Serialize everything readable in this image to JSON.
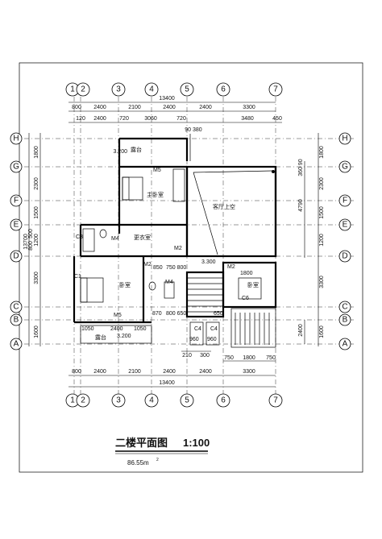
{
  "title": "二楼平面图",
  "scale": "1:100",
  "area": "86.55m",
  "area_sup": "2",
  "axes_top": [
    "1",
    "2",
    "3",
    "4",
    "5",
    "6",
    "7"
  ],
  "axes_left": [
    "H",
    "G",
    "F",
    "E",
    "D",
    "C",
    "B",
    "A"
  ],
  "dims": {
    "top_total": "13400",
    "top_row1": [
      "800",
      "2400",
      "2100",
      "2400",
      "2400",
      "3300"
    ],
    "top_row2": [
      "120",
      "2400",
      "720",
      "3060",
      "720",
      "3480",
      "450"
    ],
    "top_small": "90 380",
    "bottom_row1": [
      "800",
      "2400",
      "2100",
      "2400",
      "2400",
      "3300"
    ],
    "bottom_total": "13400",
    "bottom_small": [
      "210",
      "300",
      "750",
      "1800",
      "750"
    ],
    "left_total": "13700",
    "left": [
      "1800",
      "2300",
      "1500",
      "1200",
      "800",
      "500",
      "3300",
      "1600"
    ],
    "right": [
      "1800",
      "2300",
      "1500",
      "1200",
      "3300",
      "1600"
    ],
    "right_total": "4790",
    "right_small": "2400",
    "right_top": "360 90"
  },
  "rooms": {
    "terrace_top": "露台",
    "terrace_top_elev": "3.200",
    "master_bedroom": "主卧室",
    "living_void": "客厅上空",
    "dressing_room": "更衣室",
    "bedroom_left": "卧室",
    "bedroom_right": "卧室",
    "terrace_bottom": "露台",
    "terrace_bottom_elev": "3.200",
    "stair_elev": "3.300"
  },
  "tags": {
    "m5_top": "M5",
    "m4_left": "M4",
    "m2_a": "M2",
    "m2_b": "M2",
    "m2_c": "M2",
    "m4_bath": "M4",
    "m5_bottom": "M5",
    "c6": "C6",
    "c4_a": "C4",
    "c4_b": "C4",
    "c3": "C3",
    "c1": "C1"
  },
  "inner_dims": {
    "d850": "850",
    "d750_800": "750 800",
    "d870": "870",
    "d800_650": "800 650",
    "d1050_l": "1050",
    "d2400": "2400",
    "d1050_r": "1050",
    "d960_a": "960",
    "d960_b": "960",
    "d1800": "1800",
    "d650": "650"
  }
}
